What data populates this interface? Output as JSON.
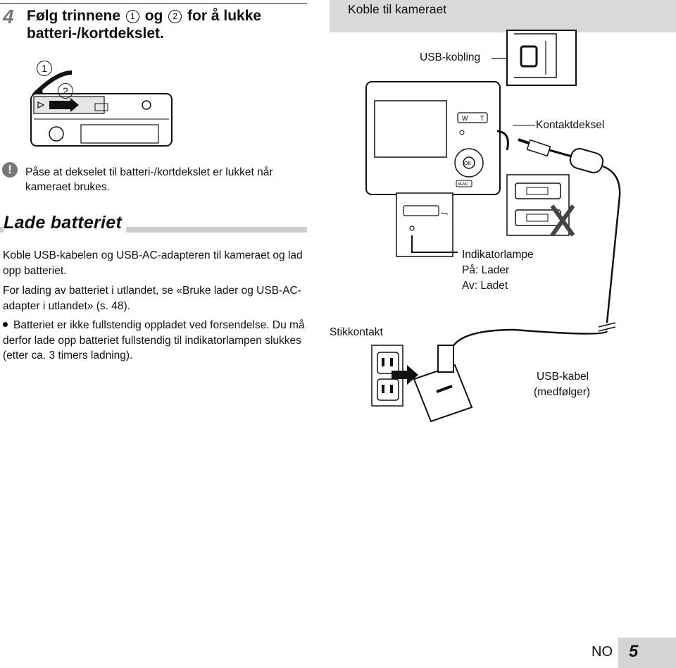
{
  "step": {
    "number": "4",
    "text_before": "Følg trinnene",
    "marker_1": "1",
    "text_mid": "og",
    "marker_2": "2",
    "text_after": "for å lukke batteri-/kortdekslet."
  },
  "figure_left": {
    "marker_1": "1",
    "marker_2": "2"
  },
  "warning": {
    "icon": "!",
    "text": "Påse at dekselet til batteri-/kortdekslet er lukket når kameraet brukes."
  },
  "section": {
    "title": "Lade batteriet"
  },
  "body": {
    "para1": "Koble USB-kabelen og USB-AC-adapteren til kameraet og lad opp batteriet.",
    "para2": "For lading av batteriet i utlandet, se «Bruke lader og USB-AC-adapter i utlandet» (s. 48).",
    "bullet": "Batteriet er ikke fullstendig oppladet ved forsendelse. Du må derfor lade opp batteriet fullstendig til indikatorlampen slukkes (etter ca. 3 timers ladning)."
  },
  "figure_right": {
    "title": "Koble til kameraet",
    "label_usb_connection": "USB-kobling",
    "label_contact_cover": "Kontaktdeksel",
    "indicator_line1": "Indikatorlampe",
    "indicator_line2": "På: Lader",
    "indicator_line3": "Av: Ladet",
    "label_outlet": "Stikkontakt",
    "usb_cable_line1": "USB-kabel",
    "usb_cable_line2": "(medfølger)",
    "camera_button_wide": "W",
    "camera_button_tele": "T",
    "camera_button_ok": "OK",
    "camera_button_menu": "MENU"
  },
  "footer": {
    "language": "NO",
    "page": "5"
  }
}
